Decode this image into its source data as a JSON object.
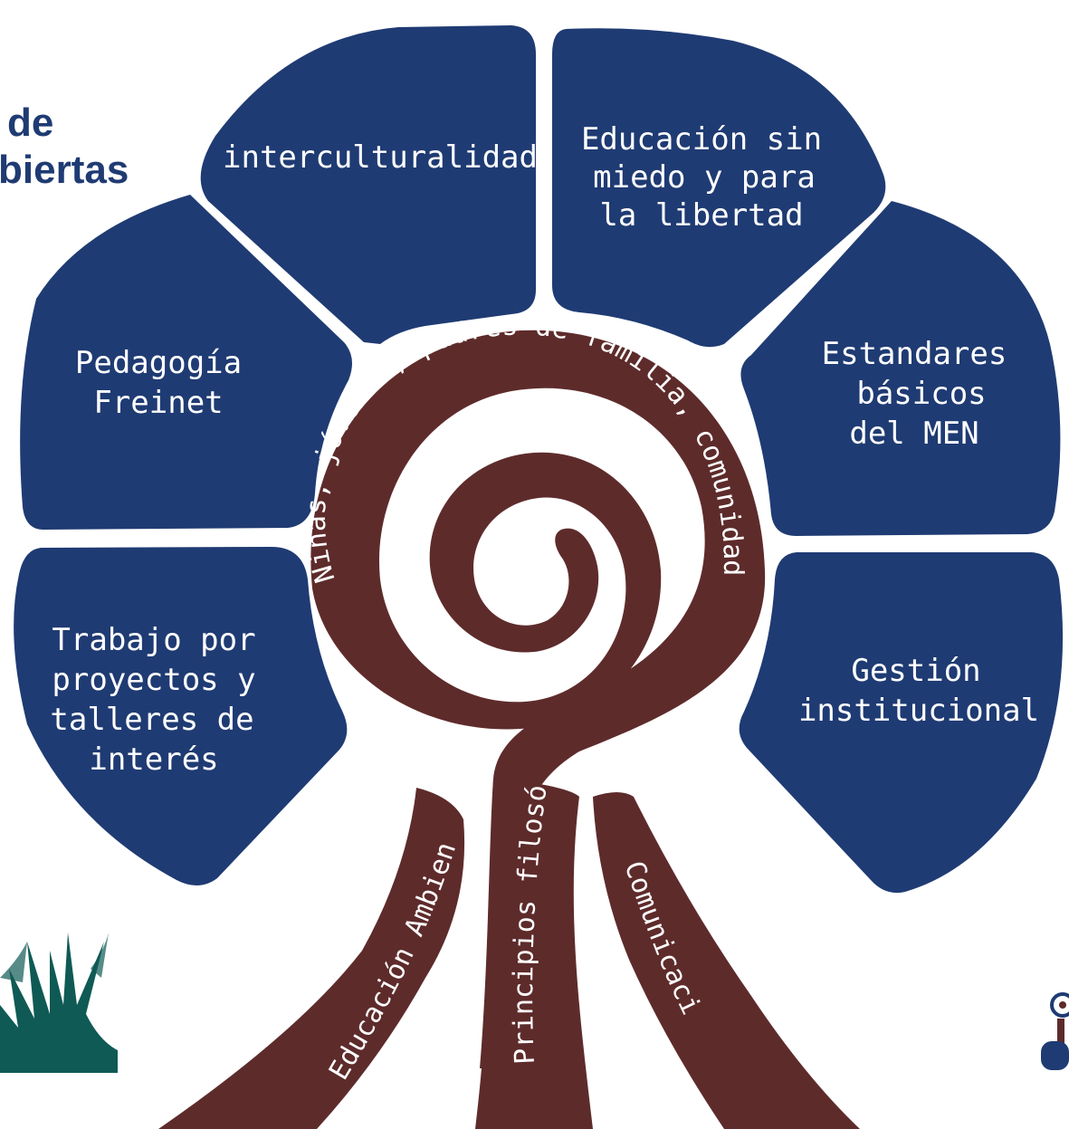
{
  "title": {
    "line1": "de",
    "line2": "biertas"
  },
  "petals": {
    "interculturalidad": "interculturalidad",
    "educacion_sin_miedo": [
      "Educación sin",
      "miedo y para",
      "la libertad"
    ],
    "pedagogia_freinet": [
      "Pedagogía",
      "Freinet"
    ],
    "estandares": [
      "Estandares",
      "básicos",
      "del MEN"
    ],
    "trabajo_proyectos": [
      "Trabajo por",
      "proyectos y",
      "talleres de",
      "interés"
    ],
    "gestion": [
      "Gestión",
      "institucional"
    ]
  },
  "spiral_text": "Niñas, jóvenes, padres de familia, comunidad.",
  "roots": {
    "left": "Educación Ambiental",
    "center": "Principios filosóficos",
    "right": "Comunicación"
  },
  "colors": {
    "petal": "#1f3b73",
    "trunk": "#5e2b2b",
    "plant": "#0f5a55"
  },
  "icons": [
    "plant-logo-icon",
    "small-tree-logo-icon"
  ]
}
